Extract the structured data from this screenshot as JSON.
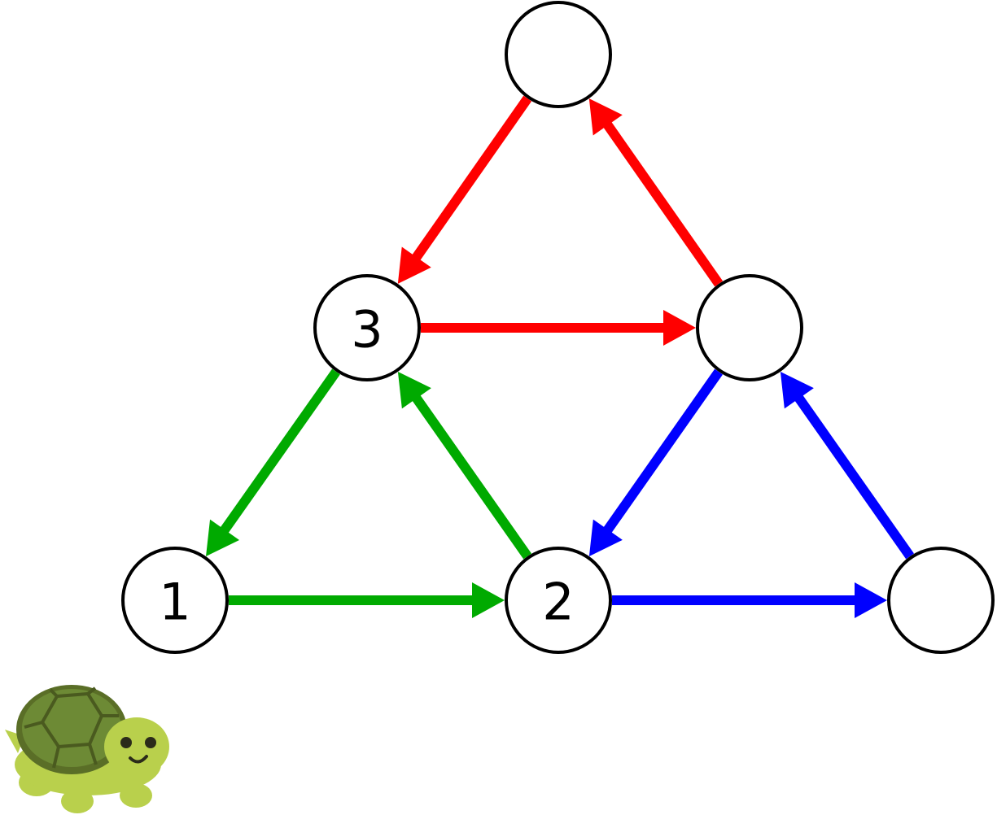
{
  "diagram": {
    "nodes": [
      {
        "id": "top",
        "label": ""
      },
      {
        "id": "mid-left",
        "label": "3"
      },
      {
        "id": "mid-right",
        "label": ""
      },
      {
        "id": "bottom-left",
        "label": "1"
      },
      {
        "id": "bottom-middle",
        "label": "2"
      },
      {
        "id": "bottom-right",
        "label": ""
      }
    ],
    "edges": [
      {
        "from": "top",
        "to": "mid-left",
        "color": "#ff0000"
      },
      {
        "from": "mid-right",
        "to": "top",
        "color": "#ff0000"
      },
      {
        "from": "mid-left",
        "to": "mid-right",
        "color": "#ff0000"
      },
      {
        "from": "mid-left",
        "to": "bottom-left",
        "color": "#00aa00"
      },
      {
        "from": "bottom-middle",
        "to": "mid-left",
        "color": "#00aa00"
      },
      {
        "from": "bottom-left",
        "to": "bottom-middle",
        "color": "#00aa00"
      },
      {
        "from": "mid-right",
        "to": "bottom-middle",
        "color": "#0000ff"
      },
      {
        "from": "bottom-right",
        "to": "mid-right",
        "color": "#0000ff"
      },
      {
        "from": "bottom-middle",
        "to": "bottom-right",
        "color": "#0000ff"
      }
    ],
    "mascot": {
      "icon": "turtle-icon"
    }
  }
}
